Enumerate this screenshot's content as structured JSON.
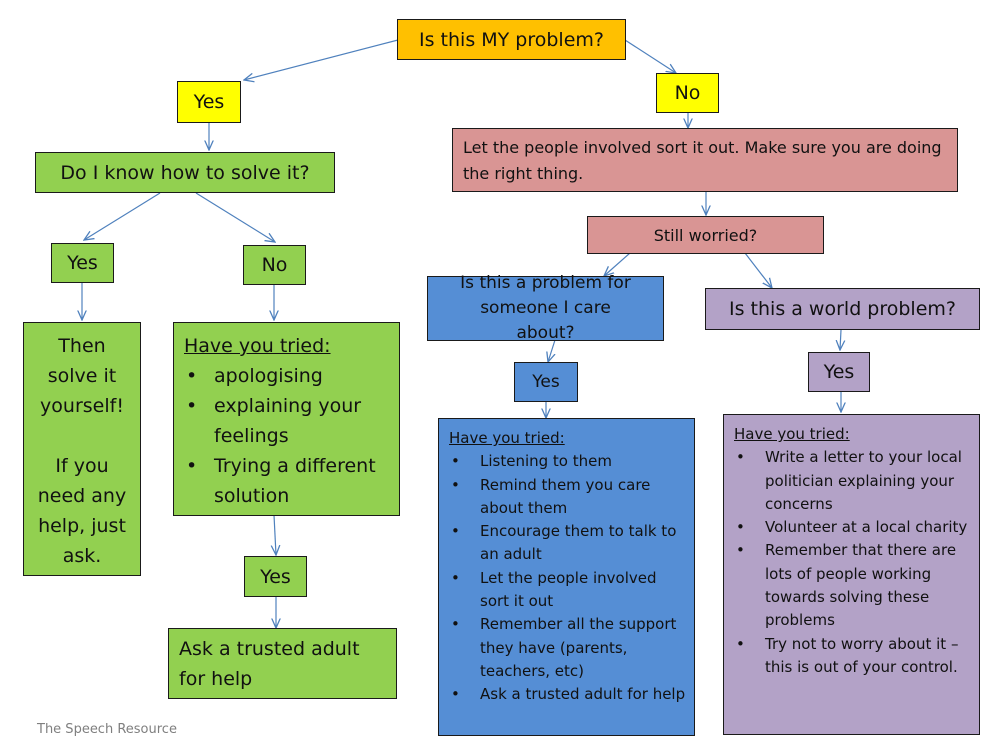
{
  "colors": {
    "orange": "#ffc000",
    "yellow": "#ffff00",
    "green": "#92d050",
    "pink": "#d99594",
    "blue": "#558ed5",
    "purple": "#b3a2c7",
    "connector": "#4f81bd"
  },
  "root": {
    "question": "Is this MY problem?"
  },
  "left": {
    "answer": "Yes",
    "question": "Do I know how to solve it?",
    "yes_branch": {
      "answer": "Yes",
      "result_lines": [
        "Then",
        "solve it",
        "yourself!",
        "",
        "If you",
        "need any",
        "help, just",
        "ask."
      ]
    },
    "no_branch": {
      "answer": "No",
      "heading": "Have you tried:",
      "items": [
        "apologising",
        "explaining your feelings",
        "Trying a different solution"
      ],
      "followup_answer": "Yes",
      "result": "Ask a trusted adult for help"
    }
  },
  "right": {
    "answer": "No",
    "advice": "Let the people involved sort it out. Make sure you are doing the right thing.",
    "question": "Still worried?",
    "care_branch": {
      "question": "Is this a problem for someone I care about?",
      "answer": "Yes",
      "heading": "Have you tried:",
      "items": [
        "Listening to them",
        "Remind them you care about them",
        "Encourage them to talk to an adult",
        "Let the people involved sort it out",
        "Remember all the support they have (parents, teachers, etc)",
        "Ask a trusted adult for help"
      ]
    },
    "world_branch": {
      "question": "Is this a world problem?",
      "answer": "Yes",
      "heading": "Have you tried:",
      "items": [
        "Write a letter to your local politician explaining your concerns",
        "Volunteer at a local charity",
        "Remember that there are lots of people working towards solving these problems",
        "Try not to worry about it – this is out of your control."
      ]
    }
  },
  "footer": "The Speech Resource"
}
